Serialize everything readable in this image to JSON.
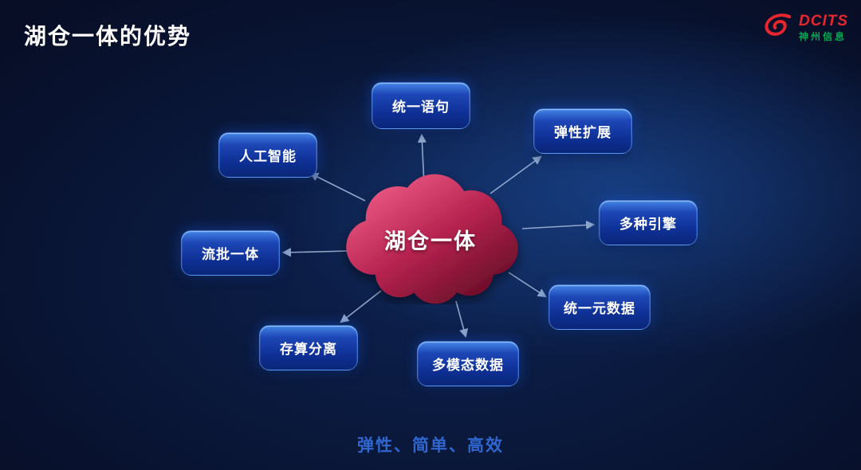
{
  "slide": {
    "title": "湖仓一体的优势",
    "footer": "弹性、简单、高效"
  },
  "logo": {
    "brand": "DCITS",
    "company": "神州信息"
  },
  "diagram": {
    "center_label": "湖仓一体",
    "nodes": [
      {
        "label": "统一语句"
      },
      {
        "label": "弹性扩展"
      },
      {
        "label": "多种引擎"
      },
      {
        "label": "统一元数据"
      },
      {
        "label": "多模态数据"
      },
      {
        "label": "存算分离"
      },
      {
        "label": "流批一体"
      },
      {
        "label": "人工智能"
      }
    ],
    "colors": {
      "node_blue": "#16379e",
      "cloud_red": "#c42a52",
      "footer_blue": "#2f66d0",
      "brand_red": "#e8262d",
      "brand_green": "#00a651",
      "arrow_gray_blue": "#9db4d6"
    }
  }
}
